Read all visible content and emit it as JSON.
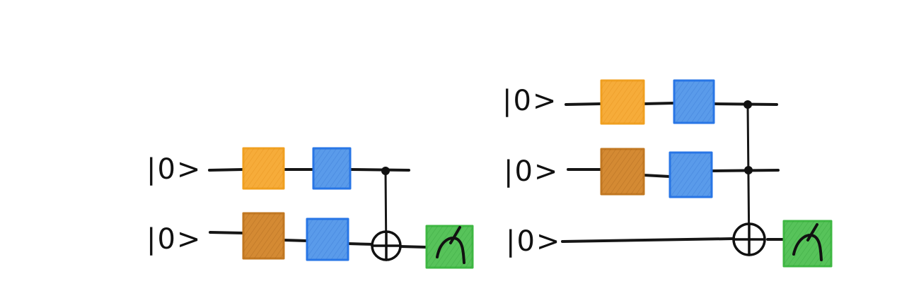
{
  "circuits": [
    {
      "qubits": [
        {
          "label": "|0>"
        },
        {
          "label": "|0>"
        }
      ]
    },
    {
      "qubits": [
        {
          "label": "|0>"
        },
        {
          "label": "|0>"
        },
        {
          "label": "|0>"
        }
      ]
    }
  ],
  "colors": {
    "gate_yellow": "#f6ac3a",
    "gate_brown": "#d48a33",
    "gate_blue": "#5a9bea",
    "measure_green": "#57c35a",
    "wire": "#161616"
  },
  "icons": [
    "measure-icon",
    "cnot-target-icon",
    "control-dot-icon"
  ]
}
